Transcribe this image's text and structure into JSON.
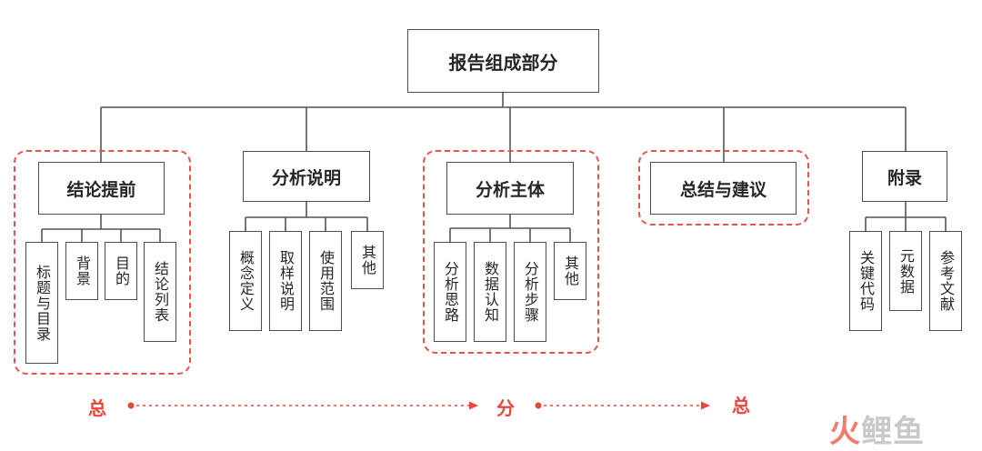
{
  "root": {
    "label": "报告组成部分"
  },
  "sections": [
    {
      "label": "结论提前",
      "leaves": [
        "标题与目录",
        "背景",
        "目的",
        "结论列表"
      ]
    },
    {
      "label": "分析说明",
      "leaves": [
        "概念定义",
        "取样说明",
        "使用范围",
        "其他"
      ]
    },
    {
      "label": "分析主体",
      "leaves": [
        "分析思路",
        "数据认知",
        "分析步骤",
        "其他"
      ]
    },
    {
      "label": "总结与建议",
      "leaves": []
    },
    {
      "label": "附录",
      "leaves": [
        "关键代码",
        "元数据",
        "参考文献"
      ]
    }
  ],
  "flow": {
    "start": "总",
    "middle": "分",
    "end": "总"
  },
  "watermark": "火鲤鱼",
  "colors": {
    "accent": "#e8524a",
    "line": "#4d4d4d"
  }
}
